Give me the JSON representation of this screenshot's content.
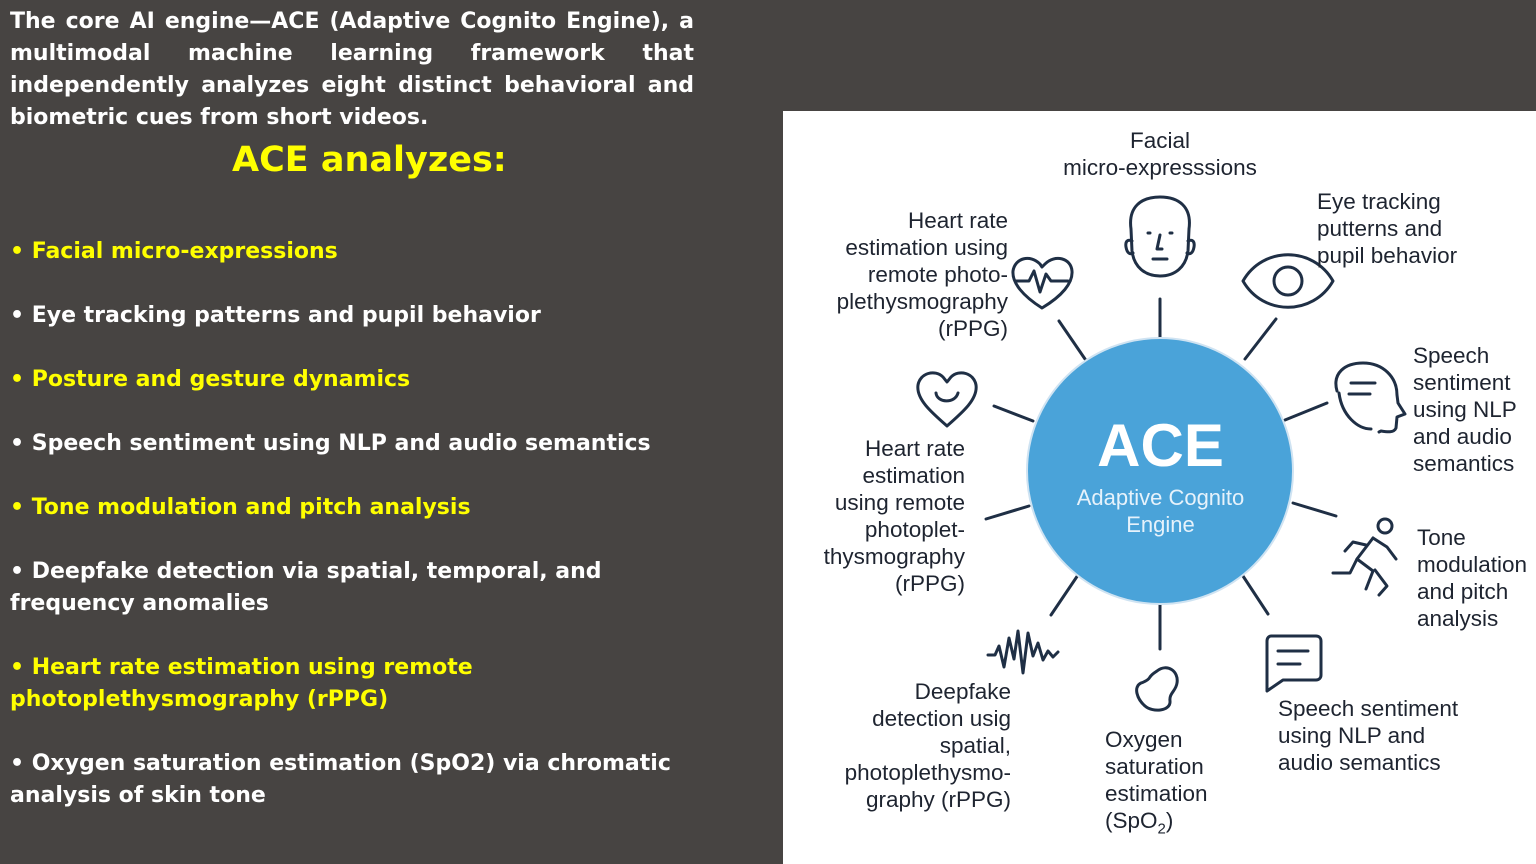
{
  "intro": "The core AI engine—ACE (Adaptive Cognito Engine), a multimodal machine learning framework that independently analyzes eight distinct behavioral and biometric cues from short videos.",
  "heading": "ACE analyzes:",
  "bullets": [
    {
      "text": " • Facial micro-expressions",
      "color": "#ffff00"
    },
    {
      "text": " • Eye tracking patterns and pupil behavior",
      "color": "#ffffff"
    },
    {
      "text": " • Posture and gesture dynamics",
      "color": "#ffff00"
    },
    {
      "text": " • Speech sentiment using NLP and audio semantics",
      "color": "#ffffff"
    },
    {
      "text": " • Tone modulation and pitch analysis",
      "color": "#ffff00"
    },
    {
      "text": "• Deepfake detection via spatial, temporal, and frequency anomalies",
      "color": "#ffffff"
    },
    {
      "text": "• Heart rate estimation using remote photoplethysmography (rPPG)",
      "color": "#ffff00"
    },
    {
      "text": " • Oxygen saturation estimation (SpO2) via chromatic analysis of skin tone",
      "color": "#ffffff"
    }
  ],
  "diagram": {
    "center_title": "ACE",
    "center_subtitle": "Adaptive Cognito\nEngine",
    "center_color": "#4aa3d9",
    "line_color": "#1f2f45",
    "labels": {
      "facial": "Facial\nmicro-expresssions",
      "eye": "Eye tracking\nputterns and\npupil behavior",
      "speech_top": "Speech\nsentiment\nusing NLP\nand audio\nsemantics",
      "tone": "Tone\nmodulation\nand pitch\nanalysis",
      "speech_bottom": "Speech sentiment\nusing NLP and\naudio semantics",
      "oxygen_lines": "Oxygen\nsaturation\nestimation",
      "oxygen_last": "(SpO",
      "oxygen_sub": "2",
      "oxygen_close": ")",
      "deepfake": "Deepfake\ndetection usig\nspatial,\nphotoplethysmo-\ngraphy (rPPG)",
      "heart_mid": "Heart rate\nestimation\nusing remote\nphotoplet-\nthysmography\n(rPPG)",
      "heart_top": "Heart rate\nestimation using\nremote photo-\nplethysmography\n(rPPG)"
    },
    "icons": [
      "face-icon",
      "eye-icon",
      "speech-head-icon",
      "running-person-icon",
      "chat-bubble-icon",
      "blob-icon",
      "waveform-icon",
      "smiling-heart-icon",
      "heartbeat-icon"
    ]
  }
}
